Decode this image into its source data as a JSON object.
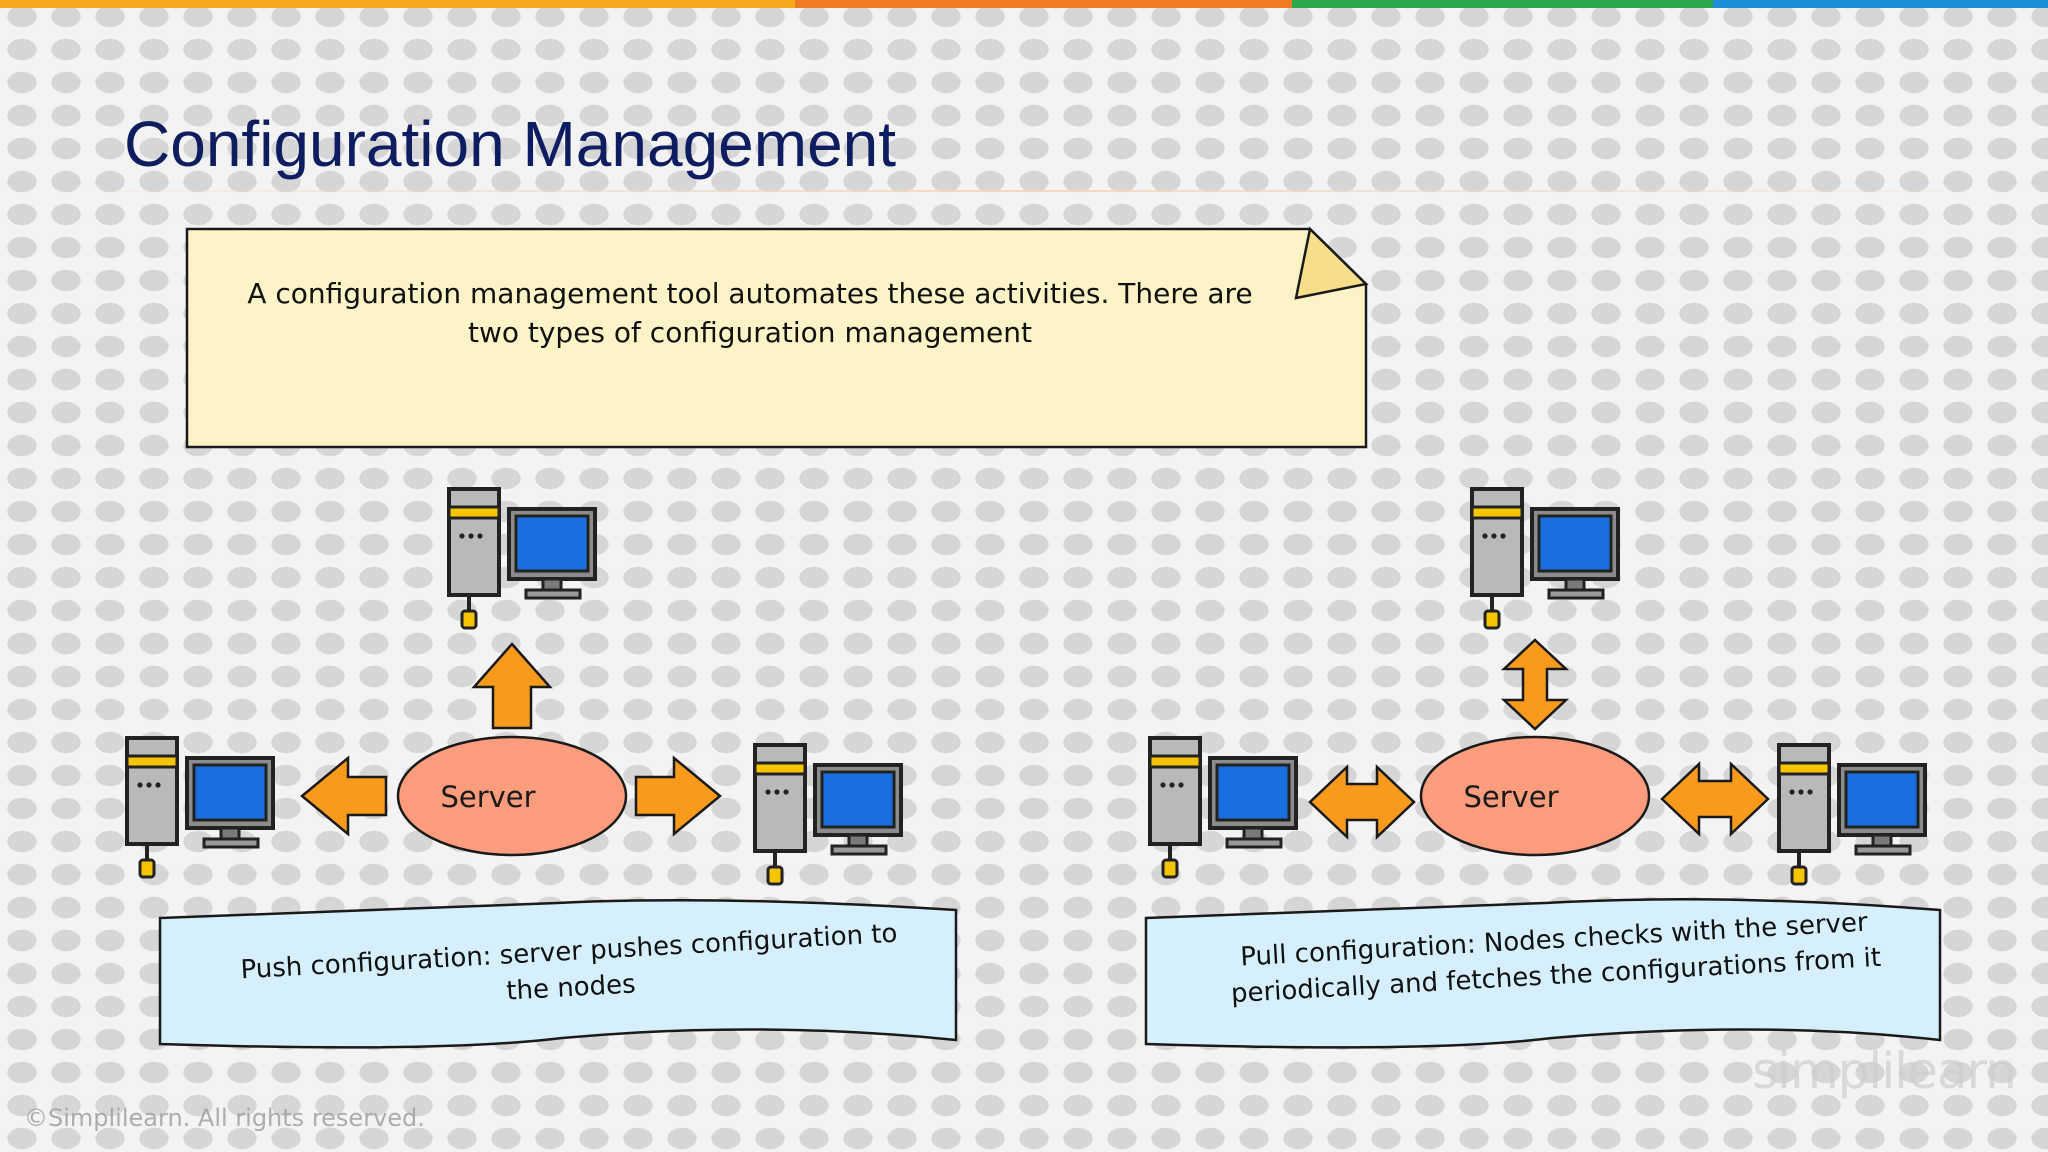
{
  "page": {
    "title": "Configuration Management"
  },
  "topbar": {
    "colors": [
      "#f4a81d",
      "#ef7a24",
      "#2aa84a",
      "#1c8fd6"
    ]
  },
  "note": {
    "text": "A configuration management tool automates these activities. There are two types of configuration management",
    "fill": "#fcf4c6"
  },
  "push": {
    "server_label": "Server",
    "caption": "Push configuration: server pushes configuration to the nodes",
    "arrows": "outward-from-server"
  },
  "pull": {
    "server_label": "Server",
    "caption": "Pull configuration: Nodes checks with the server periodically and fetches the configurations from it",
    "arrows": "bidirectional"
  },
  "colors": {
    "server_fill": "#fb9c7c",
    "arrow_fill": "#f89a1c",
    "banner_fill": "#d6effc",
    "screen_blue": "#1a6fe0",
    "title_navy": "#0d1d5f"
  },
  "icons": {
    "node": "desktop-computer-icon"
  },
  "footer": {
    "copyright": "©Simplilearn. All rights reserved.",
    "watermark": "simplilearn"
  }
}
